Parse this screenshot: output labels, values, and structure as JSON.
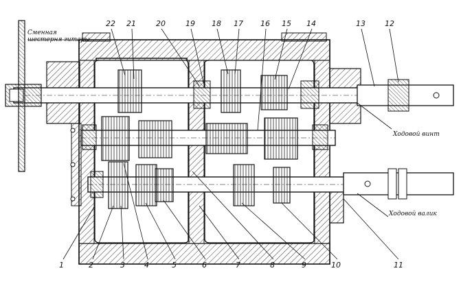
{
  "labels": {
    "gear_change_note_line1": "Сменная",
    "gear_change_note_line2": "шестерня гитары",
    "lead_screw": "Ходовой винт",
    "feed_shaft": "Ходовой валик"
  },
  "callouts_top": [
    "22",
    "21",
    "20",
    "19",
    "18",
    "17",
    "16",
    "15",
    "14",
    "13",
    "12"
  ],
  "callouts_bottom": [
    "1",
    "2",
    "3",
    "4",
    "5",
    "6",
    "7",
    "8",
    "9",
    "10",
    "11"
  ]
}
